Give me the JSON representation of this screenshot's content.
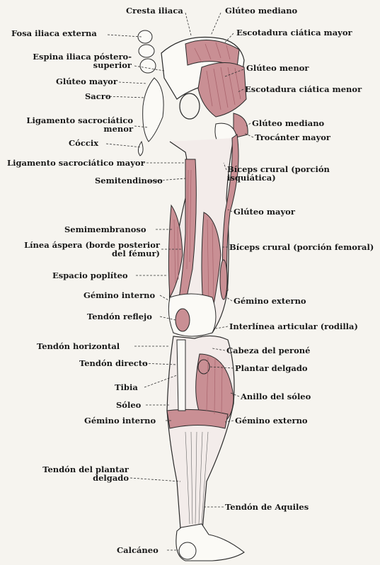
{
  "colors": {
    "paper": "#f6f4ef",
    "ink": "#2a2a2a",
    "muscle": "#c98f94",
    "muscle_dark": "#a9646d",
    "bone": "#fbfaf6"
  },
  "labels": {
    "cresta_iliaca": "Cresta iliaca",
    "gluteo_mediano_top": "Glúteo mediano",
    "fosa_iliaca_externa": "Fosa iliaca externa",
    "escotadura_ciatica_mayor": "Escotadura ciática mayor",
    "espina_iliaca_1": "Espina iliaca póstero-",
    "espina_iliaca_2": "superior",
    "gluteo_menor": "Glúteo menor",
    "gluteo_mayor_left": "Glúteo mayor",
    "escotadura_ciatica_menor": "Escotadura ciática menor",
    "sacro": "Sacro",
    "ligamento_menor_1": "Ligamento sacrociático",
    "ligamento_menor_2": "menor",
    "gluteo_mediano_right": "Glúteo mediano",
    "trocanter_mayor": "Trocánter mayor",
    "coccix": "Cóccix",
    "ligamento_mayor": "Ligamento sacrociático mayor",
    "biceps_isquiatica_1": "Bíceps crural (porción",
    "biceps_isquiatica_2": "isquiática)",
    "semitendinoso": "Semitendinoso",
    "gluteo_mayor_right": "Glúteo mayor",
    "semimembranoso": "Semimembranoso",
    "linea_aspera_1": "Línea áspera (borde posterior",
    "linea_aspera_2": "del fémur)",
    "biceps_femoral": "Bíceps crural (porción femoral)",
    "espacio_popliteo": "Espacio poplíteo",
    "gemino_interno_top": "Gémino interno",
    "gemino_externo_top": "Gémino externo",
    "tendon_reflejo": "Tendón reflejo",
    "interlinea_articular": "Interlínea articular (rodilla)",
    "tendon_horizontal": "Tendón horizontal",
    "cabeza_perone": "Cabeza del peroné",
    "tendon_directo": "Tendón directo",
    "plantar_delgado": "Plantar delgado",
    "tibia": "Tibia",
    "anillo_soleo": "Anillo del sóleo",
    "soleo": "Sóleo",
    "gemino_interno_bottom": "Gémino interno",
    "gemino_externo_bottom": "Gémino externo",
    "tendon_plantar_1": "Tendón del plantar",
    "tendon_plantar_2": "delgado",
    "tendon_aquiles": "Tendón de Aquiles",
    "calcaneo": "Calcáneo"
  }
}
